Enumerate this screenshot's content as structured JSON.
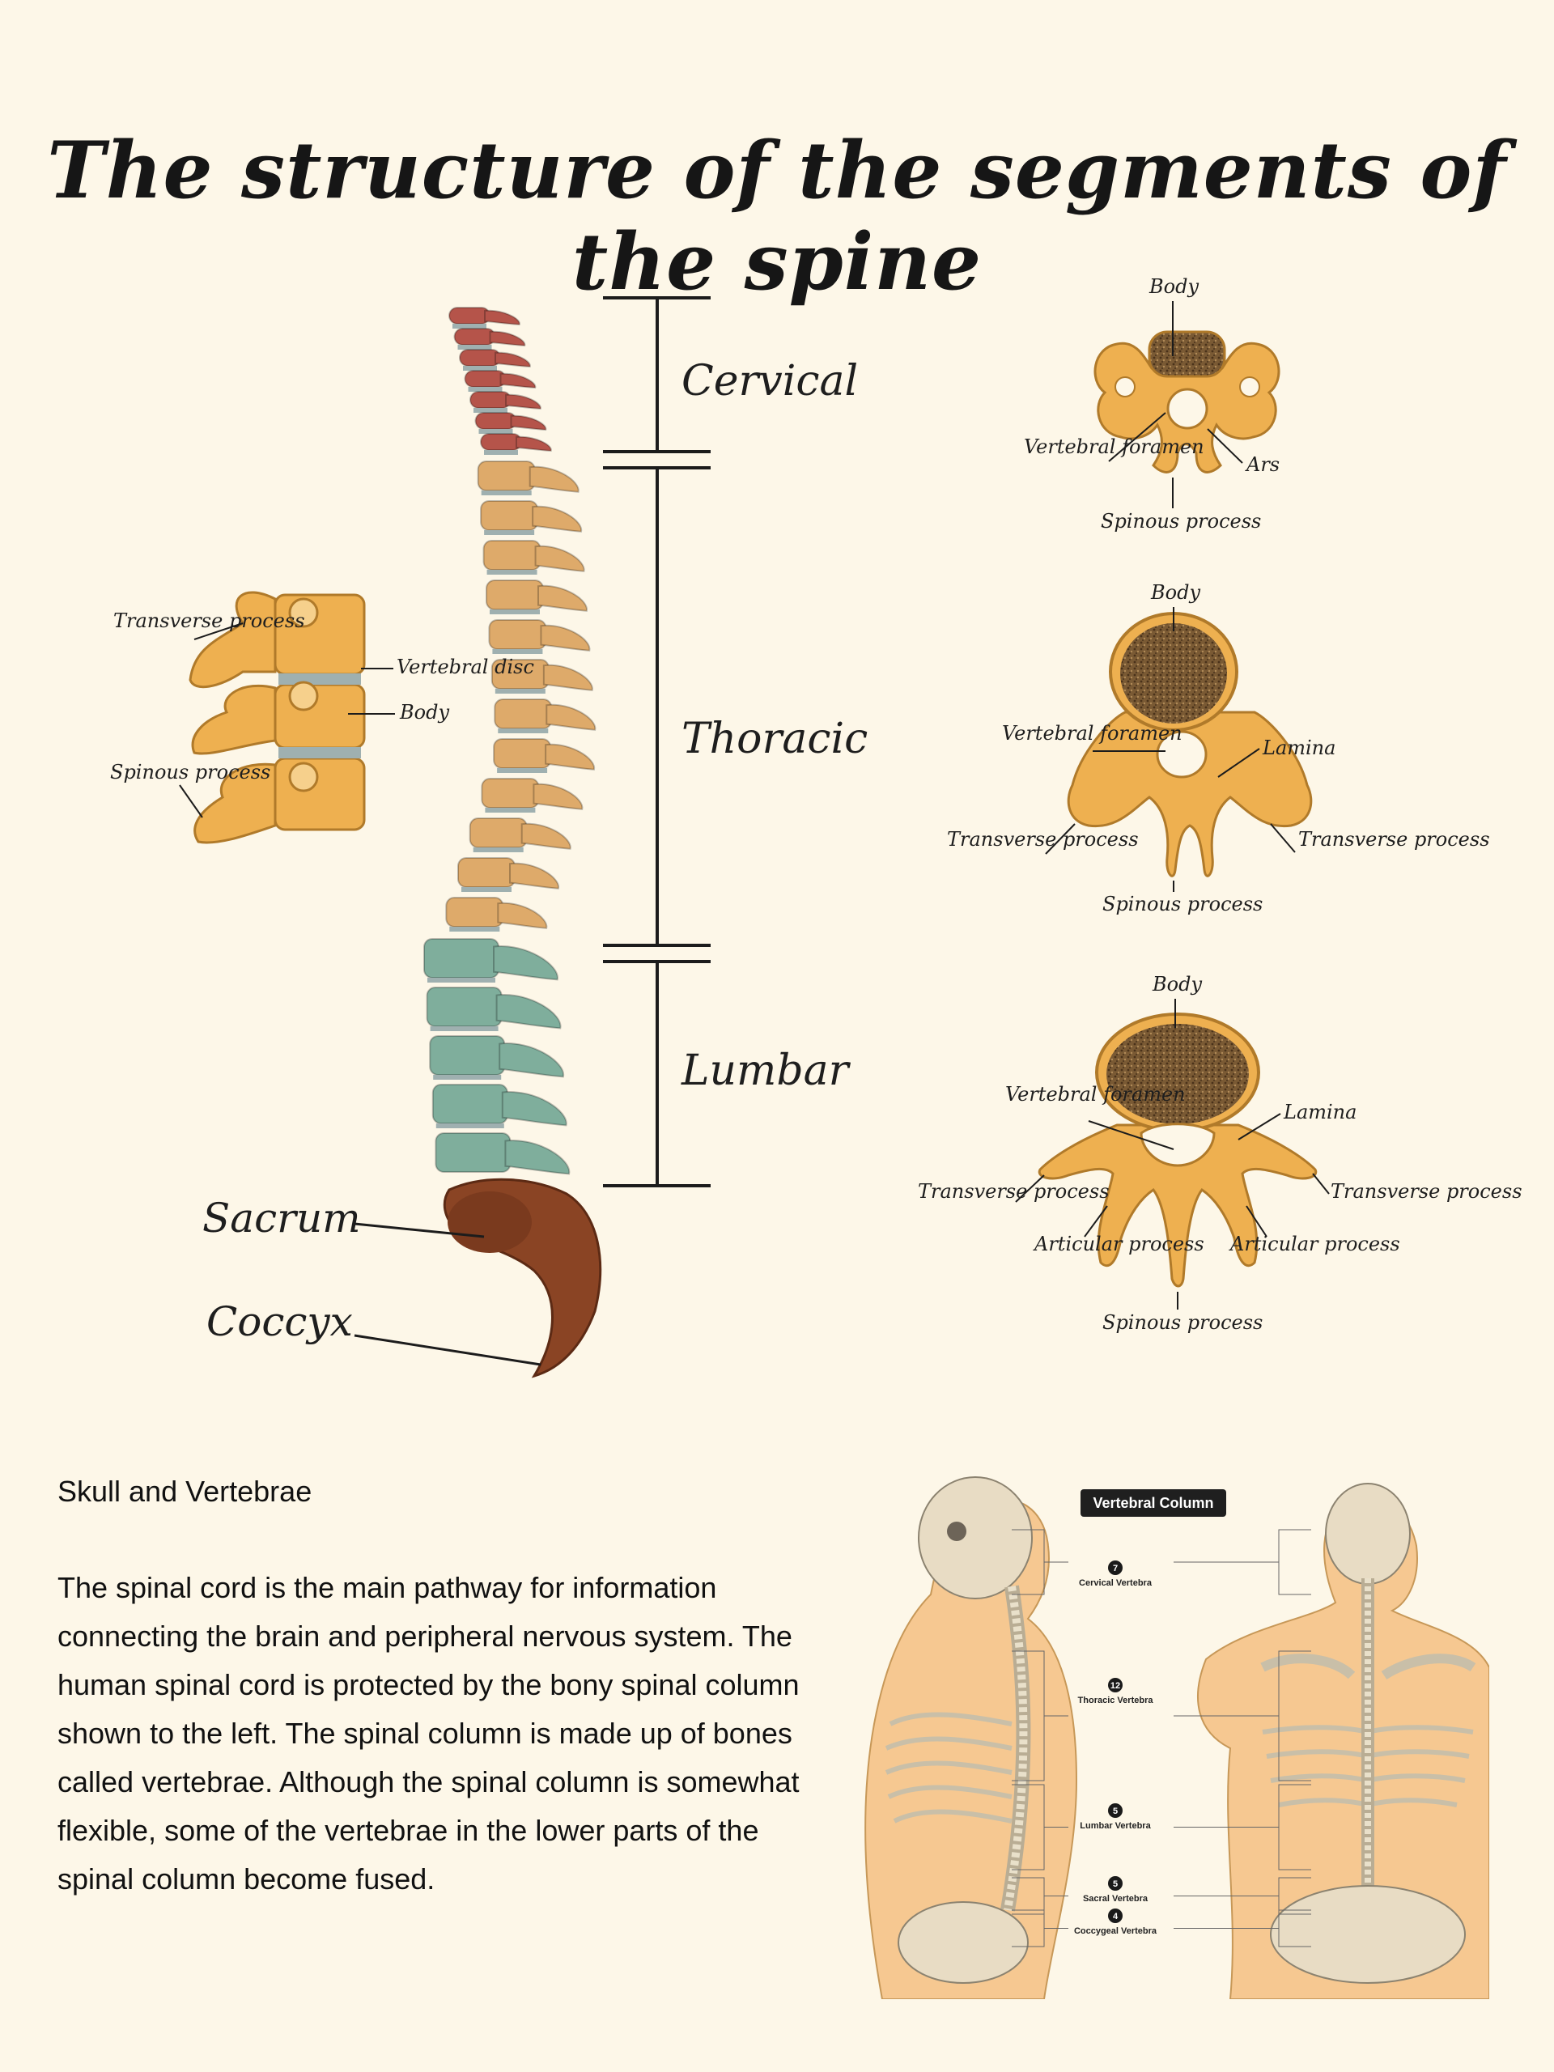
{
  "title": "The structure of the segments of the spine",
  "spine": {
    "regions": [
      "Cervical",
      "Thoracic",
      "Lumbar"
    ],
    "lower_labels": [
      "Sacrum",
      "Coccyx"
    ],
    "side_view_labels": [
      "Transverse process",
      "Vertebral disc",
      "Body",
      "Spinous process"
    ],
    "colors": {
      "cervical": "#b5544a",
      "thoracic": "#deaa6a",
      "lumbar": "#7fae9c",
      "sacrum": "#8a4424",
      "bone": "#eeb050",
      "disc": "#9fb0b0"
    }
  },
  "vertebra_views": {
    "cervical": {
      "body": "Body",
      "foramen": "Vertebral foramen",
      "ars": "Ars",
      "spinous": "Spinous process"
    },
    "thoracic": {
      "body": "Body",
      "foramen": "Vertebral foramen",
      "lamina": "Lamina",
      "transverse": "Transverse process",
      "spinous": "Spinous process"
    },
    "lumbar": {
      "body": "Body",
      "foramen": "Vertebral foramen",
      "lamina": "Lamina",
      "transverse": "Transverse process",
      "articular": "Articular process",
      "spinous": "Spinous process"
    }
  },
  "section": {
    "heading": "Skull and Vertebrae",
    "body": "The spinal cord is the main pathway for information connecting the brain and peripheral nervous system. The human spinal cord is protected by the bony spinal column shown to the left. The spinal column is made up of bones called vertebrae. Although the spinal column is somewhat flexible, some of the vertebrae in the lower parts of the spinal column become fused."
  },
  "vertebral_column_figure": {
    "title": "Vertebral Column",
    "items": [
      {
        "count": "7",
        "label": "Cervical Vertebra"
      },
      {
        "count": "12",
        "label": "Thoracic Vertebra"
      },
      {
        "count": "5",
        "label": "Lumbar Vertebra"
      },
      {
        "count": "5",
        "label": "Sacral Vertebra"
      },
      {
        "count": "4",
        "label": "Coccygeal Vertebra"
      }
    ]
  }
}
